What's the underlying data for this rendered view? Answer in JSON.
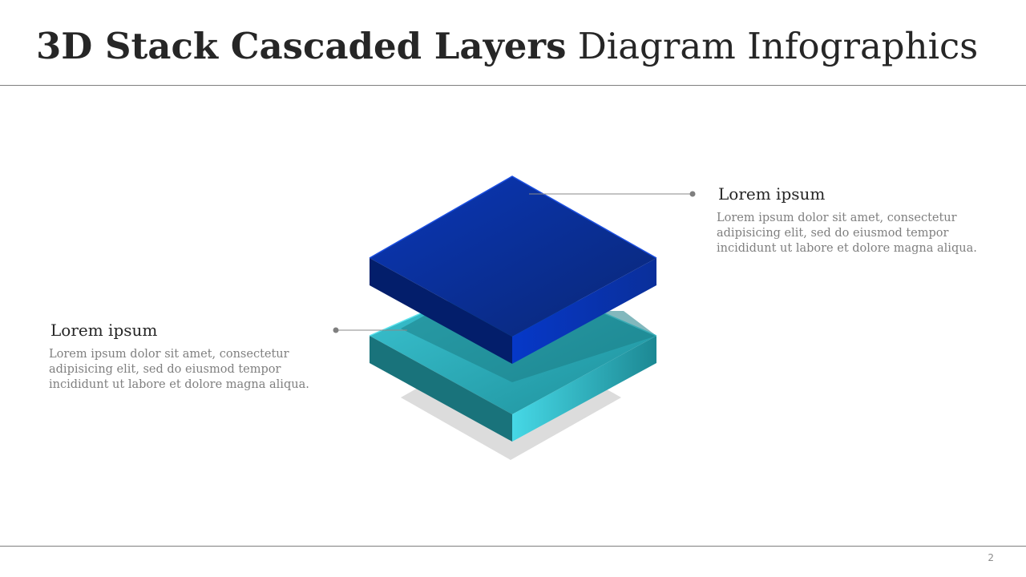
{
  "header": {
    "title_bold": "3D Stack Cascaded Layers",
    "title_regular": "Diagram Infographics"
  },
  "callouts": [
    {
      "heading": "Lorem ipsum",
      "body": "Lorem ipsum dolor sit amet, consectetur adipisicing elit, sed do eiusmod tempor incididunt ut labore et dolore magna aliqua."
    },
    {
      "heading": "Lorem ipsum",
      "body": "Lorem ipsum dolor sit amet, consectetur adipisicing elit, sed do eiusmod tempor incididunt ut labore et dolore magna aliqua."
    }
  ],
  "footer": {
    "page_number": "2"
  },
  "colors": {
    "layer_top": "#0a2fa3",
    "layer_bottom": "#30b6c4",
    "shadow": "#dcdcdc",
    "connector": "#7f7f7f"
  }
}
